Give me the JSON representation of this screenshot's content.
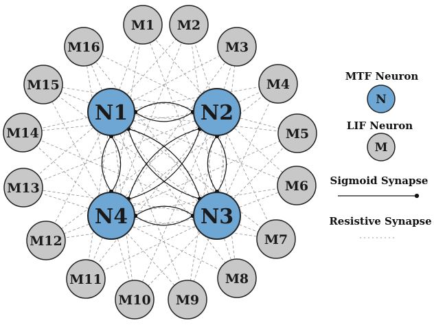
{
  "colors": {
    "mtf_fill": "#6ea6d4",
    "lif_fill": "#c8c8c8",
    "stroke": "#222222",
    "resistive": "#9a9a9a"
  },
  "mtf_neurons": [
    "N1",
    "N2",
    "N3",
    "N4"
  ],
  "lif_neurons": [
    "M1",
    "M2",
    "M3",
    "M4",
    "M5",
    "M6",
    "M7",
    "M8",
    "M9",
    "M10",
    "M11",
    "M12",
    "M13",
    "M14",
    "M15",
    "M16"
  ],
  "legend": {
    "mtf_label": "MTF Neuron",
    "mtf_symbol": "N",
    "lif_label": "LIF Neuron",
    "lif_symbol": "M",
    "sigmoid_label": "Sigmoid Synapse",
    "resistive_label": "Resistive Synapse"
  }
}
